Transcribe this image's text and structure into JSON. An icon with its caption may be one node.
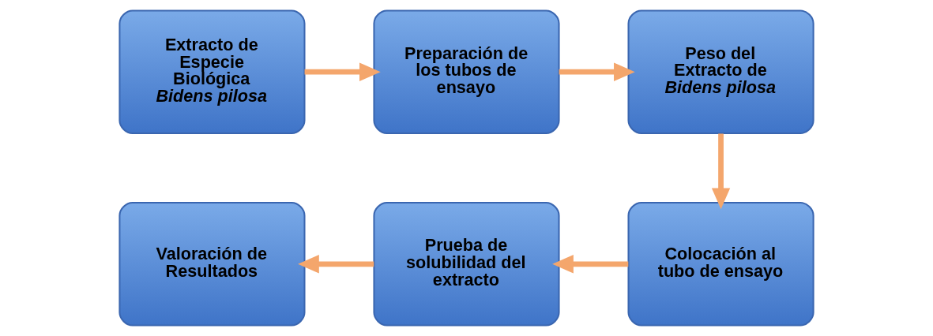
{
  "diagram": {
    "nodes": [
      {
        "text": [
          "Extracto de Especie Biológica *Bidens pilosa*"
        ]
      },
      {
        "text": [
          "Preparación de los tubos de ensayo"
        ]
      },
      {
        "text": [
          "Peso del Extracto de *Bidens pilosa*"
        ]
      },
      {
        "text": [
          "Colocación al tubo de ensayo"
        ]
      },
      {
        "text": [
          "Prueba de solubilidad del extracto"
        ]
      },
      {
        "text": [
          "Valoración de Resultados"
        ]
      }
    ],
    "edges": [
      {
        "from": 0,
        "to": 1,
        "arrow": "to"
      },
      {
        "from": 1,
        "to": 2,
        "arrow": "to"
      },
      {
        "from": 2,
        "to": 3,
        "arrow": "to"
      },
      {
        "from": 3,
        "to": 4,
        "arrow": "to"
      },
      {
        "from": 4,
        "to": 5,
        "arrow": "to"
      }
    ]
  }
}
